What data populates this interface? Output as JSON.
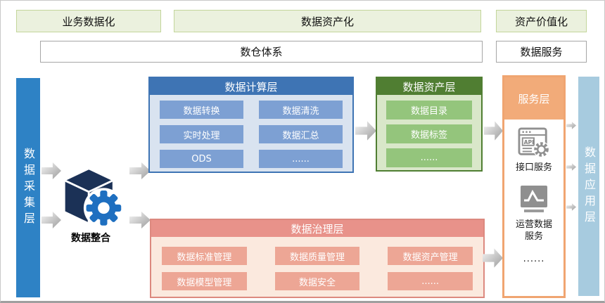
{
  "phases": [
    {
      "label": "业务数据化"
    },
    {
      "label": "数据资产化"
    },
    {
      "label": "资产价值化"
    }
  ],
  "systems": [
    {
      "label": "数仓体系"
    },
    {
      "label": "数据服务"
    }
  ],
  "layers": {
    "collection": {
      "label": "数据采集层"
    },
    "integration": {
      "label": "数据整合",
      "icon": "cube-gear-icon"
    },
    "computing": {
      "title": "数据计算层",
      "items": [
        "数据转换",
        "数据清洗",
        "实时处理",
        "数据汇总",
        "ODS",
        "......"
      ]
    },
    "asset": {
      "title": "数据资产层",
      "items": [
        "数据目录",
        "数据标签",
        "......"
      ]
    },
    "governance": {
      "title": "数据治理层",
      "items": [
        "数据标准管理",
        "数据质量管理",
        "数据资产管理",
        "数据模型管理",
        "数据安全",
        "......"
      ]
    },
    "service": {
      "title": "服务层",
      "api_icon_text": "API",
      "items": [
        {
          "icon": "api-browser-icon",
          "label": "接口服务"
        },
        {
          "icon": "line-chart-monitor-icon",
          "label": "运营数据服务"
        },
        {
          "icon": "",
          "label": "......"
        }
      ]
    },
    "application": {
      "label": "数据应用层"
    }
  },
  "colors": {
    "phase_fill": "#ebf1de",
    "phase_border": "#c3d69b",
    "collection_bar": "#2e82c5",
    "application_bar": "#a7cbdf",
    "computing_header": "#3e74b4",
    "computing_cell": "#7da0d3",
    "asset_header": "#507e32",
    "asset_cell": "#94c57c",
    "governance_header": "#e8928a",
    "governance_cell": "#eda695",
    "service_header": "#f2ab79",
    "cube_navy": "#1b3156",
    "gear_blue": "#1e6fc0",
    "arrow_gray": "#9f9f9f"
  }
}
